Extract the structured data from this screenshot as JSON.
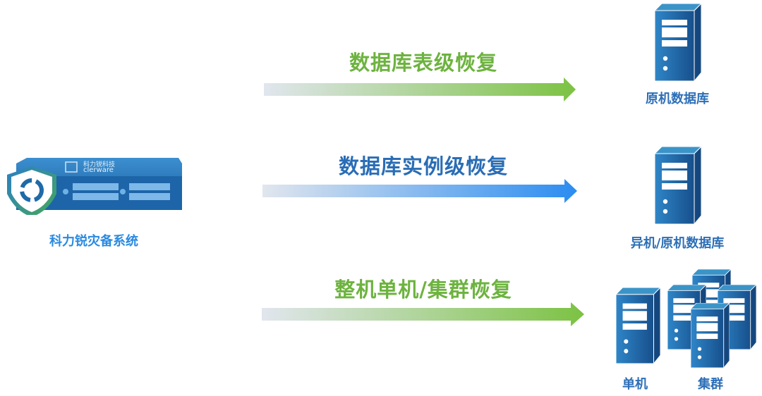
{
  "source": {
    "device_brand_cn": "科力锐科技",
    "device_brand_en": "clerware",
    "label": "科力锐灾备系统"
  },
  "flows": [
    {
      "title": "数据库表级恢复",
      "target_label": "原机数据库",
      "color": "#6db33f"
    },
    {
      "title": "数据库实例级恢复",
      "target_label": "异机/原机数据库",
      "color": "#2a6db5"
    },
    {
      "title": "整机单机/集群恢复",
      "target_labels": [
        "单机",
        "集群"
      ],
      "color": "#6db33f"
    }
  ],
  "colors": {
    "green_arrow": "#7cc243",
    "blue_arrow": "#2b8cf0",
    "server": "#1e6bb0"
  }
}
